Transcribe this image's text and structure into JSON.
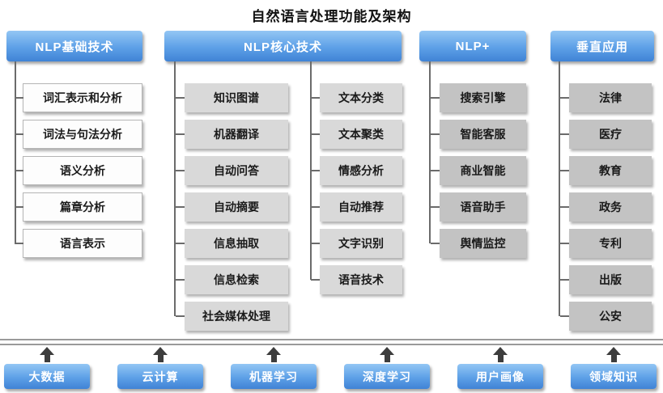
{
  "title": "自然语言处理功能及架构",
  "columns": [
    {
      "header": "NLP基础技术",
      "items": [
        "词汇表示和分析",
        "词法与句法分析",
        "语义分析",
        "篇章分析",
        "语言表示"
      ]
    },
    {
      "header": "NLP核心技术",
      "items_left": [
        "知识图谱",
        "机器翻译",
        "自动问答",
        "自动摘要",
        "信息抽取",
        "信息检索",
        "社会媒体处理"
      ],
      "items_right": [
        "文本分类",
        "文本聚类",
        "情感分析",
        "自动推荐",
        "文字识别",
        "语音技术"
      ]
    },
    {
      "header": "NLP+",
      "items": [
        "搜索引擎",
        "智能客服",
        "商业智能",
        "语音助手",
        "舆情监控"
      ]
    },
    {
      "header": "垂直应用",
      "items": [
        "法律",
        "医疗",
        "教育",
        "政务",
        "专利",
        "出版",
        "公安"
      ]
    }
  ],
  "foundation": {
    "items": [
      "大数据",
      "云计算",
      "机器学习",
      "深度学习",
      "用户画像",
      "领域知识"
    ]
  },
  "colors": {
    "header_blue_top": "#93c6f4",
    "header_blue_bottom": "#4083d5",
    "item_light_gray": "#d9d9d9",
    "item_medium_gray": "#c3c3c3",
    "connector_gray": "#6b6b6b"
  }
}
